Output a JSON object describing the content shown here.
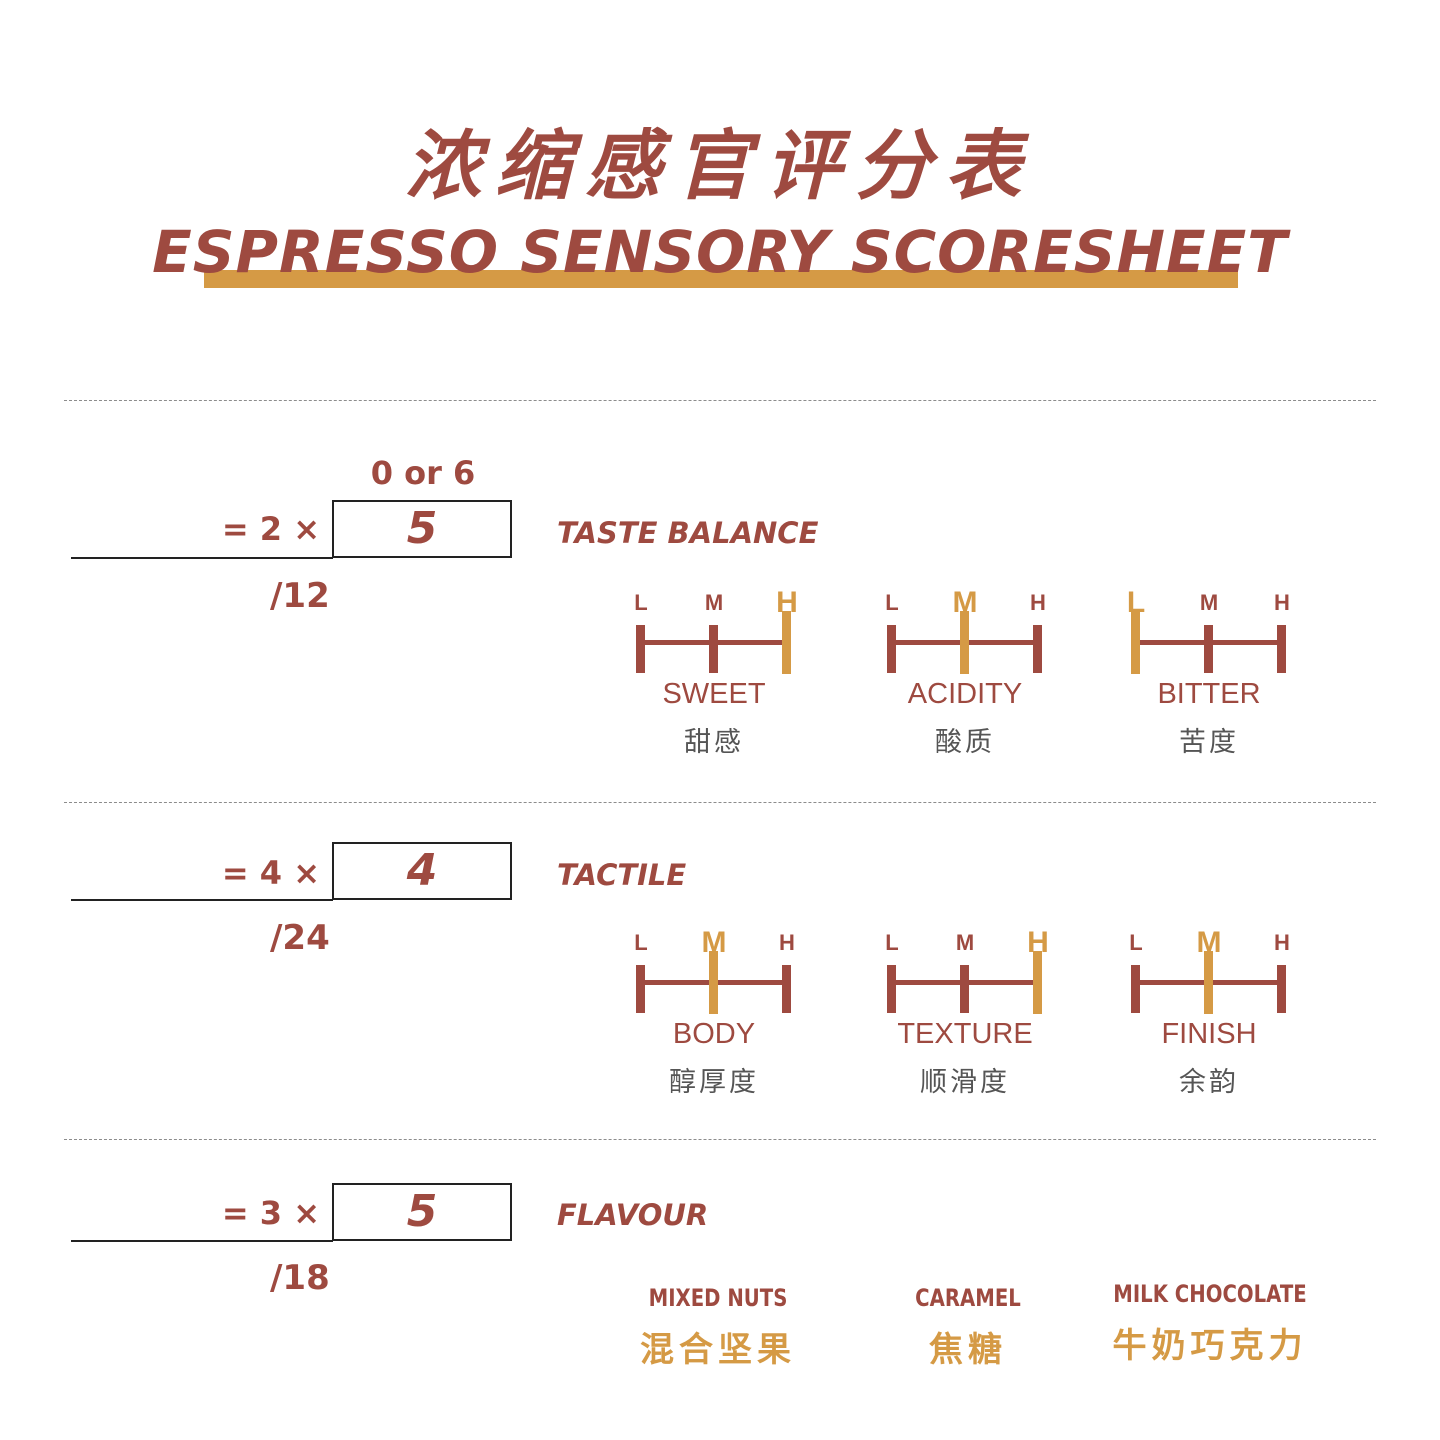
{
  "title": {
    "cn": "浓缩感官评分表",
    "en": "ESPRESSO SENSORY SCORESHEET"
  },
  "colors": {
    "primary": "#9e4a40",
    "accent": "#d59a45",
    "muted": "#555555"
  },
  "taste_balance": {
    "score_hint": "0 or 6",
    "multiplier": "= 2 ×",
    "score": "5",
    "max": "/12",
    "title": "TASTE BALANCE",
    "scales": [
      {
        "en": "SWEET",
        "cn": "甜感",
        "selected": "H",
        "labels": [
          "L",
          "M",
          "H"
        ]
      },
      {
        "en": "ACIDITY",
        "cn": "酸质",
        "selected": "M",
        "labels": [
          "L",
          "M",
          "H"
        ]
      },
      {
        "en": "BITTER",
        "cn": "苦度",
        "selected": "L",
        "labels": [
          "L",
          "M",
          "H"
        ]
      }
    ]
  },
  "tactile": {
    "multiplier": "= 4 ×",
    "score": "4",
    "max": "/24",
    "title": "TACTILE",
    "scales": [
      {
        "en": "BODY",
        "cn": "醇厚度",
        "selected": "M",
        "labels": [
          "L",
          "M",
          "H"
        ]
      },
      {
        "en": "TEXTURE",
        "cn": "顺滑度",
        "selected": "H",
        "labels": [
          "L",
          "M",
          "H"
        ]
      },
      {
        "en": "FINISH",
        "cn": "余韵",
        "selected": "M",
        "labels": [
          "L",
          "M",
          "H"
        ]
      }
    ]
  },
  "flavour": {
    "multiplier": "= 3 ×",
    "score": "5",
    "max": "/18",
    "title": "FLAVOUR",
    "notes": [
      {
        "en": "MIXED NUTS",
        "cn": "混合坚果"
      },
      {
        "en": "CARAMEL",
        "cn": "焦糖"
      },
      {
        "en": "MILK CHOCOLATE",
        "cn": "牛奶巧克力"
      }
    ]
  }
}
